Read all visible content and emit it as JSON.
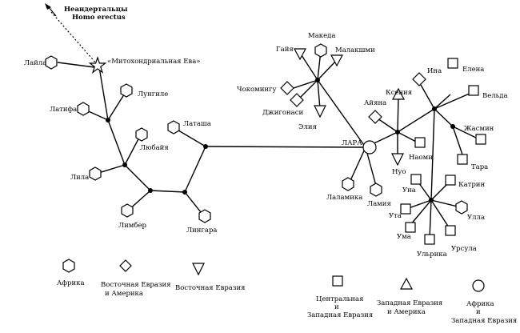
{
  "header": {
    "arrow_line1": "Неандертальцы",
    "arrow_line2": "Homo erectus"
  },
  "mito_eve": "«Митохондриальная Ева»",
  "names": {
    "laila": "Лайла",
    "latifa": "Латифа",
    "lungile": "Лунгиле",
    "lyubai": "Любайя",
    "lila": "Лила",
    "limber": "Лимбер",
    "lingara": "Лингара",
    "latasha": "Латаша",
    "makeda": "Македа",
    "gaia": "Гайя",
    "malakshmi": "Малакшми",
    "chokomingu": "Чокомингу",
    "dzhigonasi": "Джигонаси",
    "eliya": "Элия",
    "lara": "ЛАРА",
    "lalamika": "Лаламика",
    "lamiya": "Ламия",
    "aiyana": "Айяна",
    "kseniya": "Ксения",
    "ina": "Ина",
    "elena": "Елена",
    "velda": "Вельда",
    "zhasmin": "Жасмин",
    "tara": "Тара",
    "naomi": "Наоми",
    "nuo": "Нуо",
    "una": "Уна",
    "katrin": "Катрин",
    "uta": "Ута",
    "ulla": "Улла",
    "uma": "Ума",
    "ursula": "Урсула",
    "ulrika": "Ульрика"
  },
  "legend": {
    "africa": "Африка",
    "east_eurasia_america_1": "Восточная Евразия",
    "east_eurasia_america_2": "и Америка",
    "east_eurasia": "Восточная Евразия",
    "central_west_1": "Центральная",
    "central_west_2": "и",
    "central_west_3": "Западная Евразия",
    "west_eurasia_america_1": "Западная Евразия",
    "west_eurasia_america_2": "и Америка",
    "africa_west_1": "Африка",
    "africa_west_2": "и",
    "africa_west_3": "Западная Евразия"
  }
}
